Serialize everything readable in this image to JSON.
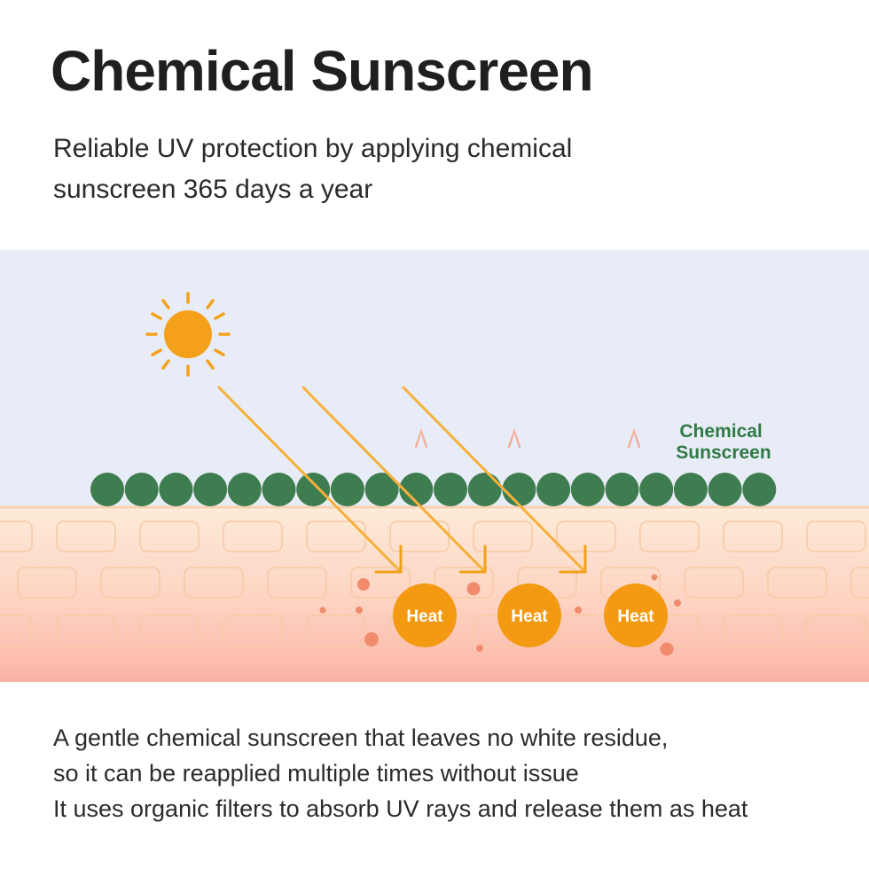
{
  "header": {
    "title": "Chemical Sunscreen",
    "subtitle_line1": "Reliable UV protection by applying chemical",
    "subtitle_line2": "sunscreen 365 days a year"
  },
  "diagram": {
    "layer_label_line1": "Chemical",
    "layer_label_line2": "Sunscreen",
    "heat_labels": [
      "Heat",
      "Heat",
      "Heat"
    ],
    "colors": {
      "sky": "#e8ecf6",
      "skin_top": "#fde9d6",
      "skin_bottom": "#fbb7a8",
      "filter_bead": "#3e7d4f",
      "label_green": "#2f7a45",
      "sun": "#f5a01a",
      "heat": "#f39a12",
      "emit_arrow": "#f0a48c",
      "particle": "#f28b6e"
    },
    "icons": [
      "sun-icon",
      "uv-ray-arrow",
      "heat-arrow"
    ]
  },
  "footer": {
    "line1": "A gentle chemical sunscreen that leaves no white residue,",
    "line2": "so it can be reapplied multiple times without issue",
    "line3": "It uses organic filters to absorb UV rays and release them as heat"
  }
}
